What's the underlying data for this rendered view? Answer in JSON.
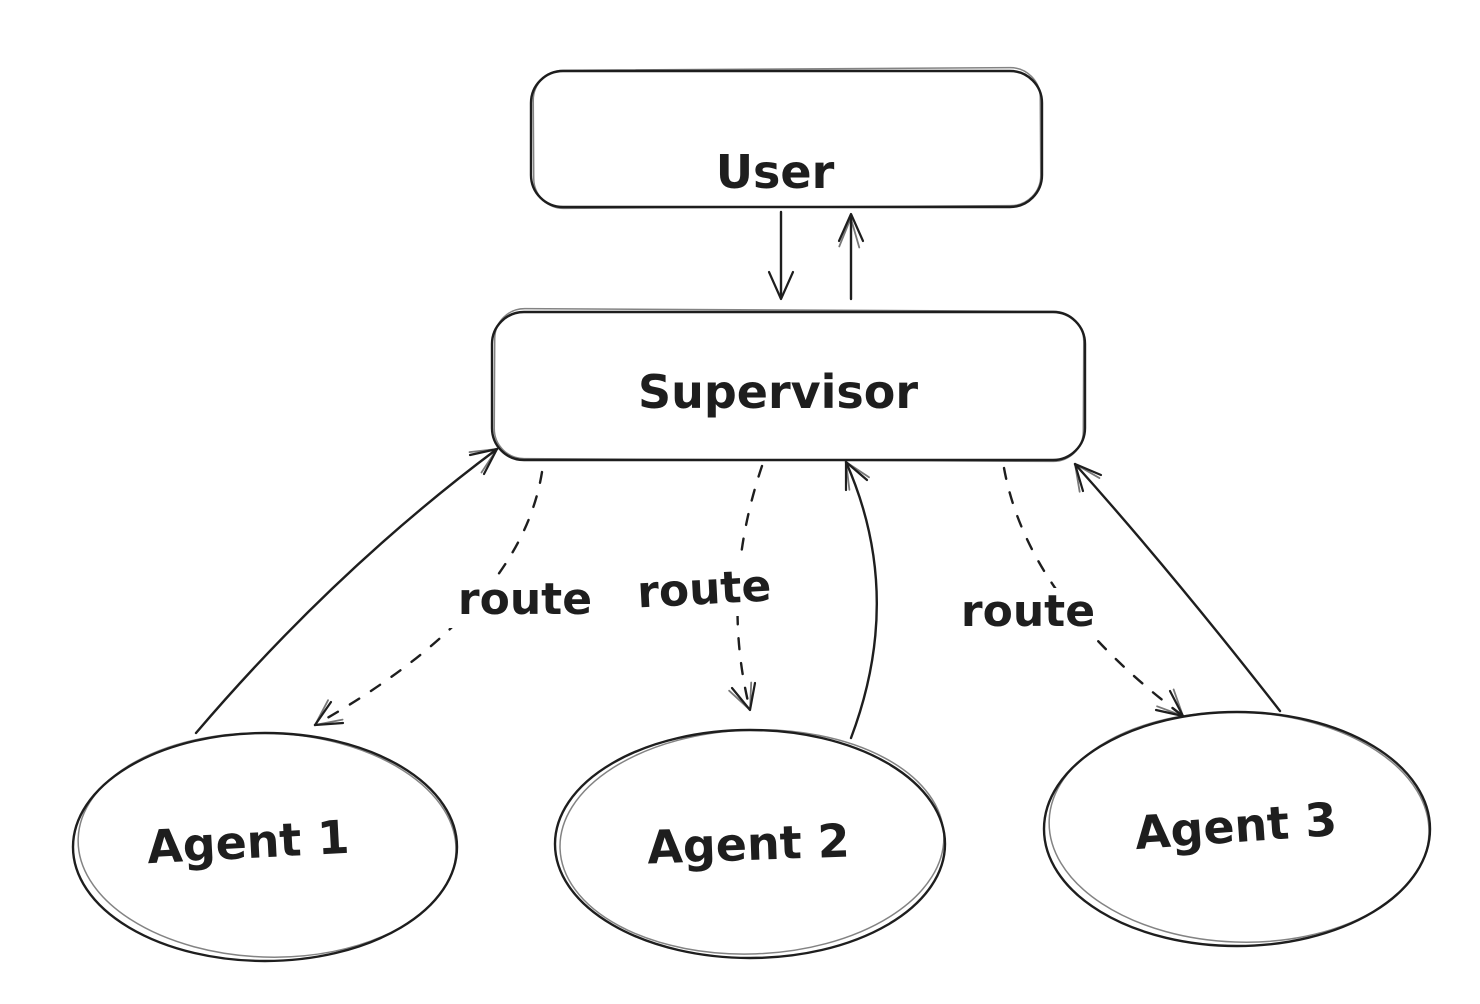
{
  "diagram": {
    "title": "supervisor-multi-agent-routing-diagram",
    "colors": {
      "stroke": "#1e1e1e",
      "background": "#ffffff"
    },
    "nodes": {
      "user": {
        "label": "User",
        "shape": "rounded-rectangle"
      },
      "supervisor": {
        "label": "Supervisor",
        "shape": "rounded-rectangle"
      },
      "agent1": {
        "label": "Agent 1",
        "shape": "ellipse"
      },
      "agent2": {
        "label": "Agent 2",
        "shape": "ellipse"
      },
      "agent3": {
        "label": "Agent 3",
        "shape": "ellipse"
      }
    },
    "edges": [
      {
        "from": "user",
        "to": "supervisor",
        "style": "solid",
        "label": ""
      },
      {
        "from": "supervisor",
        "to": "user",
        "style": "solid",
        "label": ""
      },
      {
        "from": "supervisor",
        "to": "agent1",
        "style": "dashed",
        "label": "route"
      },
      {
        "from": "agent1",
        "to": "supervisor",
        "style": "solid",
        "label": ""
      },
      {
        "from": "supervisor",
        "to": "agent2",
        "style": "dashed",
        "label": "route"
      },
      {
        "from": "agent2",
        "to": "supervisor",
        "style": "solid",
        "label": ""
      },
      {
        "from": "supervisor",
        "to": "agent3",
        "style": "dashed",
        "label": "route"
      },
      {
        "from": "agent3",
        "to": "supervisor",
        "style": "solid",
        "label": ""
      }
    ]
  }
}
